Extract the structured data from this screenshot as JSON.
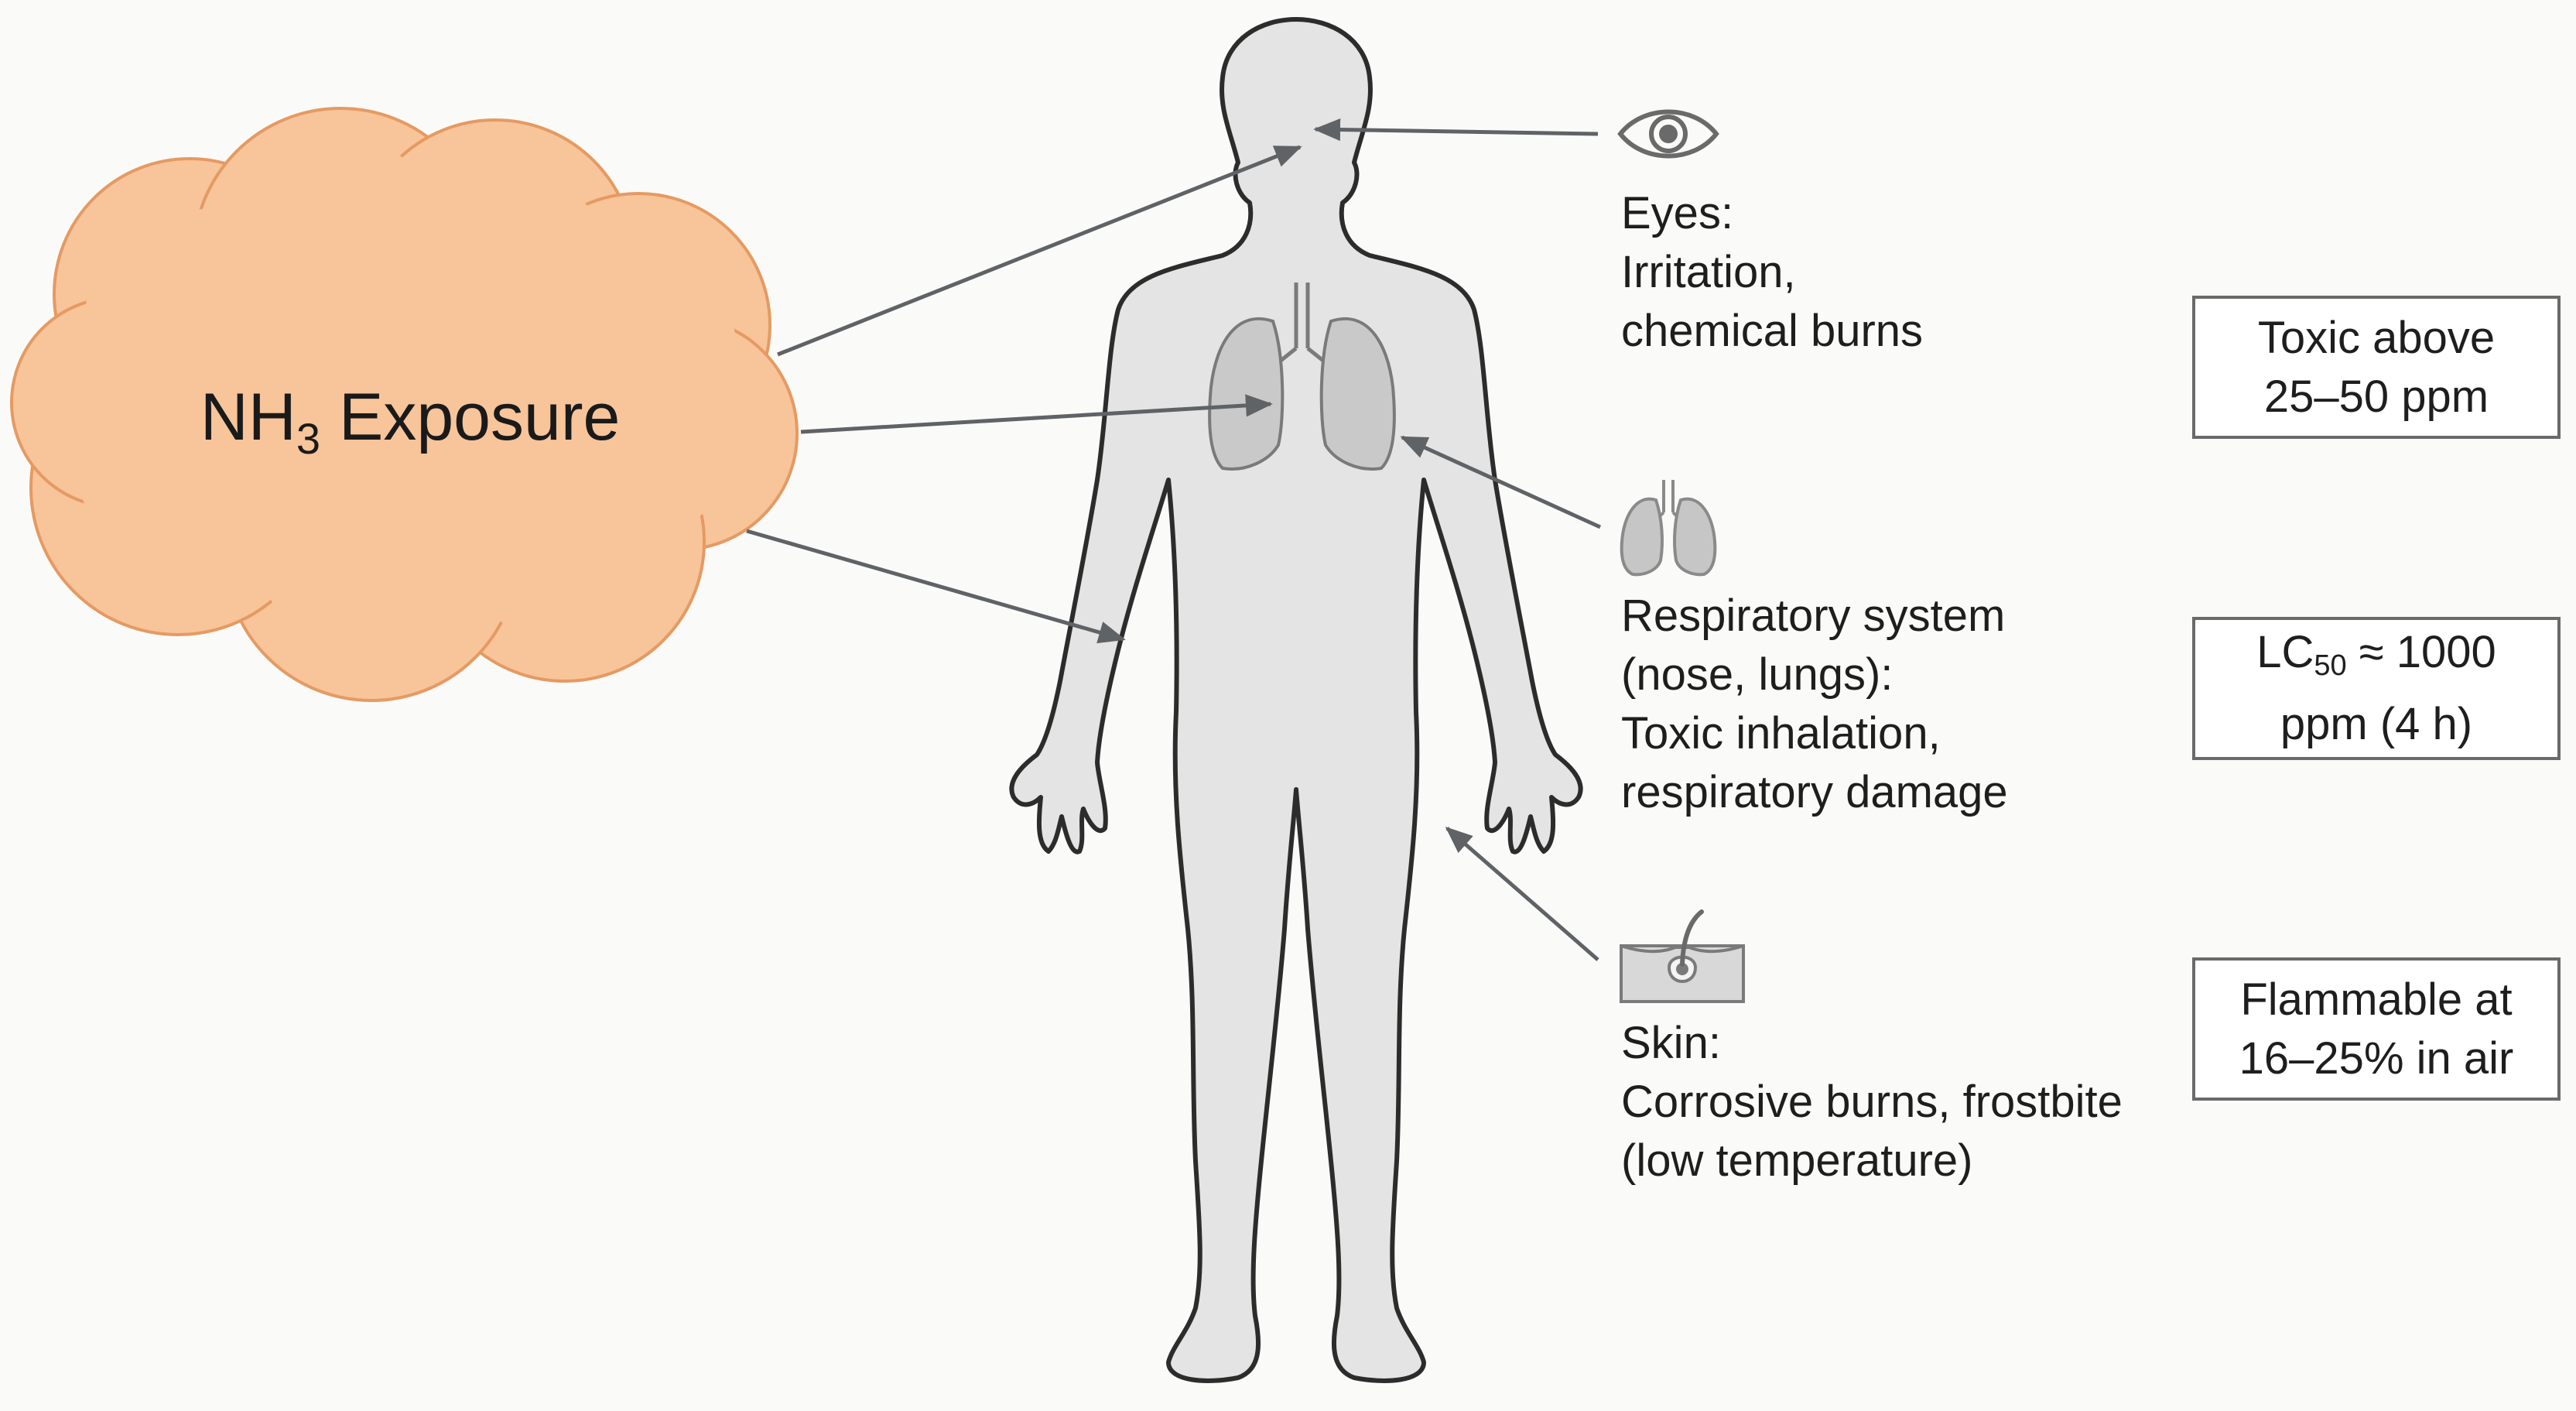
{
  "source": {
    "label_main": "NH",
    "label_subscript": "3",
    "label_rest": " Exposure",
    "fill_color": "#f8c49a",
    "stroke_color": "#e59a62"
  },
  "arrow_color": "#5f6366",
  "body_fill": "#e4e4e4",
  "effects": [
    {
      "icon": "eye-icon",
      "heading": "Eyes:",
      "lines": [
        "Irritation,",
        "chemical burns"
      ]
    },
    {
      "icon": "lungs-icon",
      "heading": "Respiratory system",
      "lines": [
        "(nose, lungs):",
        "Toxic inhalation,",
        "respiratory damage"
      ]
    },
    {
      "icon": "skin-hair-icon",
      "heading": "Skin:",
      "lines": [
        "Corrosive burns, frostbite",
        "(low temperature)"
      ]
    }
  ],
  "facts": [
    {
      "lines": [
        "Toxic above",
        "25–50 ppm"
      ]
    },
    {
      "line1_prefix": "LC",
      "line1_sub": "50",
      "line1_suffix": " ≈ 1000",
      "line2": "ppm (4 h)"
    },
    {
      "lines": [
        "Flammable at",
        "16–25% in air"
      ]
    }
  ]
}
